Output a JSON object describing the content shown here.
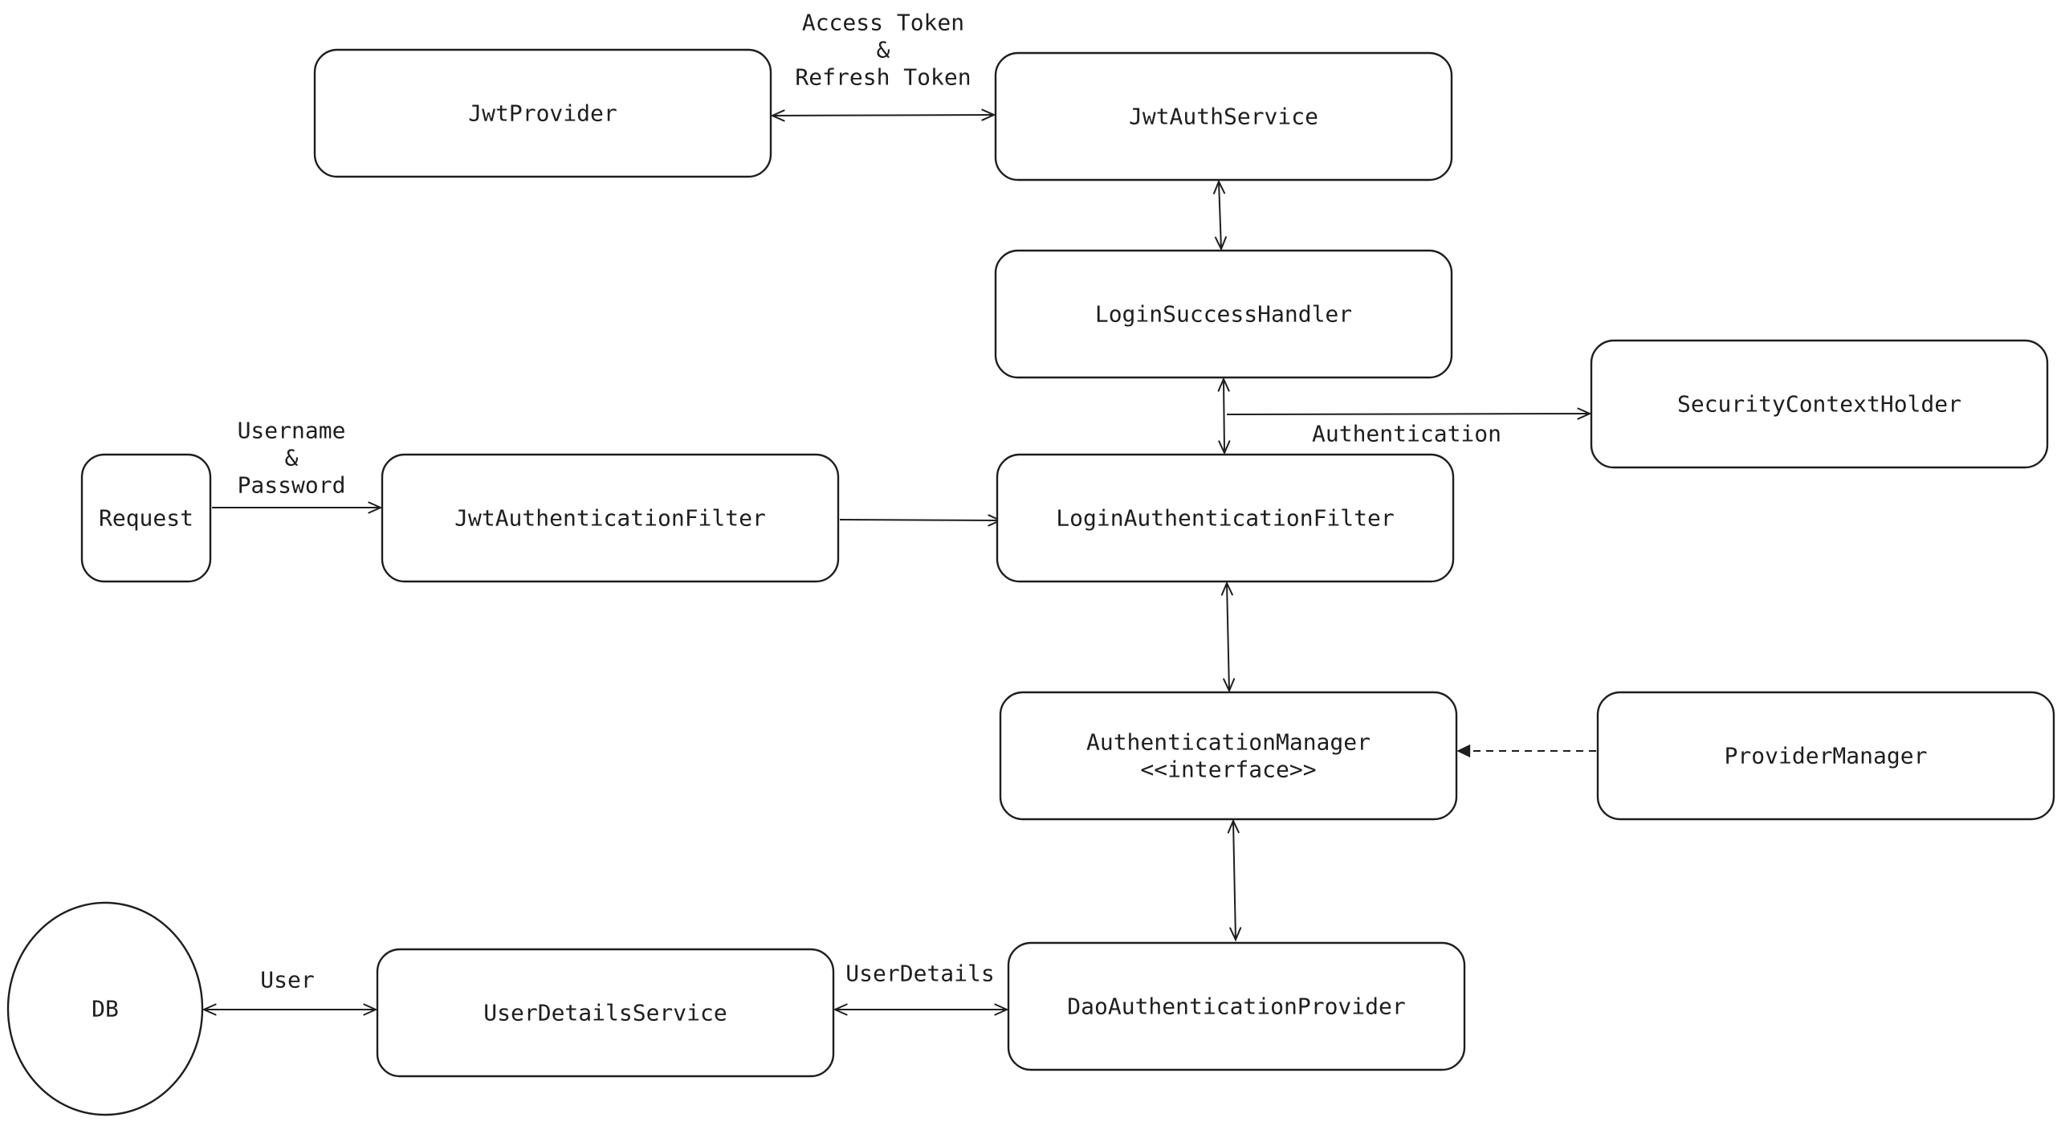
{
  "diagram": {
    "nodes": [
      {
        "id": "jwt-provider",
        "lines": [
          "JwtProvider"
        ],
        "shape": "rect"
      },
      {
        "id": "jwt-auth-service",
        "lines": [
          "JwtAuthService"
        ],
        "shape": "rect"
      },
      {
        "id": "login-success-handler",
        "lines": [
          "LoginSuccessHandler"
        ],
        "shape": "rect"
      },
      {
        "id": "security-context-holder",
        "lines": [
          "SecurityContextHolder"
        ],
        "shape": "rect"
      },
      {
        "id": "request",
        "lines": [
          "Request"
        ],
        "shape": "rect"
      },
      {
        "id": "jwt-authentication-filter",
        "lines": [
          "JwtAuthenticationFilter"
        ],
        "shape": "rect"
      },
      {
        "id": "login-authentication-filter",
        "lines": [
          "LoginAuthenticationFilter"
        ],
        "shape": "rect"
      },
      {
        "id": "authentication-manager",
        "lines": [
          "AuthenticationManager",
          "<<interface>>"
        ],
        "shape": "rect"
      },
      {
        "id": "provider-manager",
        "lines": [
          "ProviderManager"
        ],
        "shape": "rect"
      },
      {
        "id": "db",
        "lines": [
          "DB"
        ],
        "shape": "ellipse"
      },
      {
        "id": "user-details-service",
        "lines": [
          "UserDetailsService"
        ],
        "shape": "rect"
      },
      {
        "id": "dao-authentication-provider",
        "lines": [
          "DaoAuthenticationProvider"
        ],
        "shape": "rect"
      }
    ],
    "edges": [
      {
        "id": "provider-authservice",
        "from": "jwt-provider",
        "to": "jwt-auth-service",
        "label_lines": [
          "Access Token",
          "&",
          "Refresh Token"
        ],
        "style": "solid",
        "arrows": "both"
      },
      {
        "id": "authservice-successhandler",
        "from": "jwt-auth-service",
        "to": "login-success-handler",
        "label_lines": [],
        "style": "solid",
        "arrows": "both"
      },
      {
        "id": "successhandler-loginfilter",
        "from": "login-success-handler",
        "to": "login-authentication-filter",
        "label_lines": [],
        "style": "solid",
        "arrows": "both"
      },
      {
        "id": "authentication-securitycontext",
        "from": "login-authentication-filter",
        "to": "security-context-holder",
        "label_lines": [
          "Authentication"
        ],
        "style": "solid",
        "arrows": "end"
      },
      {
        "id": "request-jwtfilter",
        "from": "request",
        "to": "jwt-authentication-filter",
        "label_lines": [
          "Username",
          "&",
          "Password"
        ],
        "style": "solid",
        "arrows": "end"
      },
      {
        "id": "jwtfilter-loginfilter",
        "from": "jwt-authentication-filter",
        "to": "login-authentication-filter",
        "label_lines": [],
        "style": "solid",
        "arrows": "end"
      },
      {
        "id": "loginfilter-authmanager",
        "from": "login-authentication-filter",
        "to": "authentication-manager",
        "label_lines": [],
        "style": "solid",
        "arrows": "both"
      },
      {
        "id": "providermanager-authmanager",
        "from": "provider-manager",
        "to": "authentication-manager",
        "label_lines": [],
        "style": "dashed",
        "arrows": "end-filled"
      },
      {
        "id": "authmanager-daoprovider",
        "from": "authentication-manager",
        "to": "dao-authentication-provider",
        "label_lines": [],
        "style": "solid",
        "arrows": "both"
      },
      {
        "id": "db-userdetailsservice",
        "from": "db",
        "to": "user-details-service",
        "label_lines": [
          "User"
        ],
        "style": "solid",
        "arrows": "both"
      },
      {
        "id": "userdetailsservice-daoprovider",
        "from": "user-details-service",
        "to": "dao-authentication-provider",
        "label_lines": [
          "UserDetails"
        ],
        "style": "solid",
        "arrows": "both"
      }
    ]
  },
  "colors": {
    "stroke": "#1e1e1e",
    "text": "#1e1e1e",
    "background": "#ffffff"
  }
}
